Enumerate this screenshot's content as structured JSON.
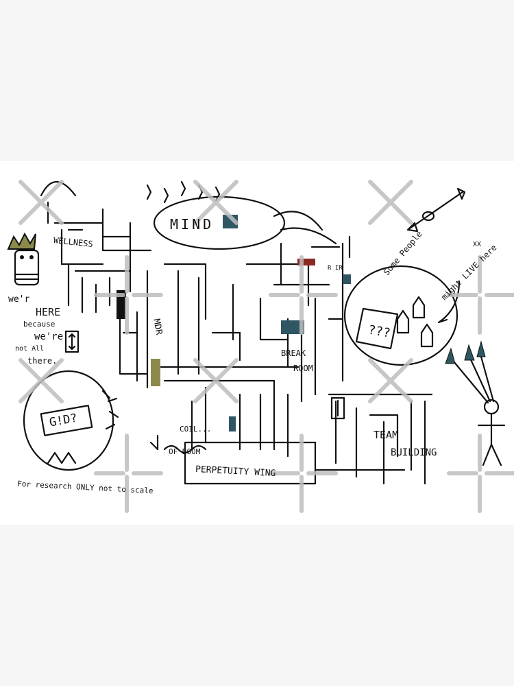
{
  "artwork": {
    "labels": {
      "mind": "MIND",
      "wellness": "WELLNESS",
      "mdr": "MDR",
      "break_room": "BREAK",
      "break_room_2": "ROOM",
      "were_here": [
        "we'r",
        "HERE",
        "because",
        "we're",
        "not All",
        "there."
      ],
      "god": "G!D?",
      "coil": "COIL...",
      "of_doom": "OF DOOM",
      "perpetuity_wing": "PERPETUITY   WING",
      "team_building": "TEAM",
      "team_building_2": "BUILDING",
      "some_people": "Some People",
      "might_live_here": "might LIVE here",
      "question_marks": "???",
      "xx": "XX",
      "ir": "R IR",
      "footer_note": "For research ONLY not to scale"
    },
    "colors": {
      "olive": "#8c8a4a",
      "teal": "#2f5663",
      "red": "#8a2a22",
      "ink": "#111111",
      "watermark": "#bdbdbd"
    }
  }
}
